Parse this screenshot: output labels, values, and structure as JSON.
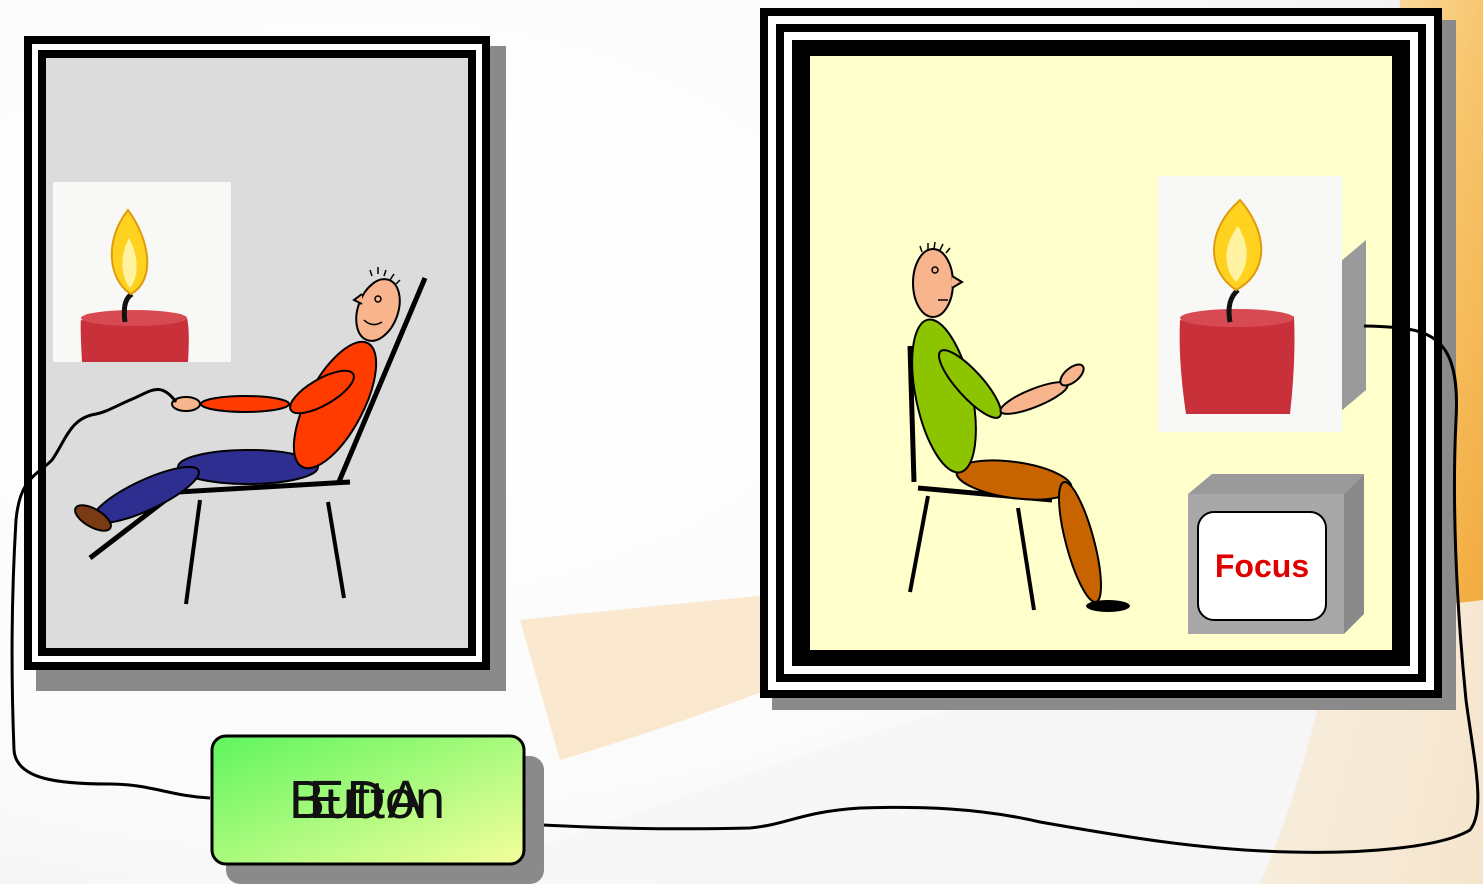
{
  "button_box": {
    "label": "Button",
    "overlay_label": "EDA",
    "gradient_from": "#5ef55e",
    "gradient_to": "#f4ff9c"
  },
  "focus_box": {
    "label": "Focus",
    "label_color": "#e00000"
  },
  "left_room": {
    "background": "#dcdcdc"
  },
  "right_room": {
    "background": "#ffffcc"
  },
  "colors": {
    "frame": "#000000",
    "frame_shadow": "#8a8a8a",
    "candle_wax": "#c8303a",
    "candle_flame": "#ffd21f",
    "relaxed_shirt": "#ff3b00",
    "relaxed_pants": "#2e2e90",
    "focused_shirt": "#8cc400",
    "focused_pants": "#c86400",
    "skin": "#f8b48c",
    "background_swoosh": "#f5b040"
  }
}
